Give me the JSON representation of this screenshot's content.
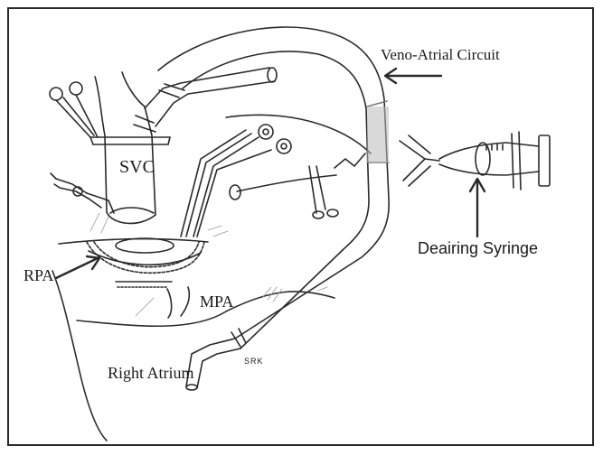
{
  "labels": {
    "circuit": "Veno-Atrial Circuit",
    "syringe": "Deairing Syringe",
    "svc": "SVC",
    "rpa": "RPA",
    "mpa": "MPA",
    "right_atrium": "Right Atrium",
    "signature": "SRK"
  },
  "colors": {
    "ink": "#2a2a2a",
    "paper": "#ffffff",
    "shade": "#b9b9b9"
  }
}
